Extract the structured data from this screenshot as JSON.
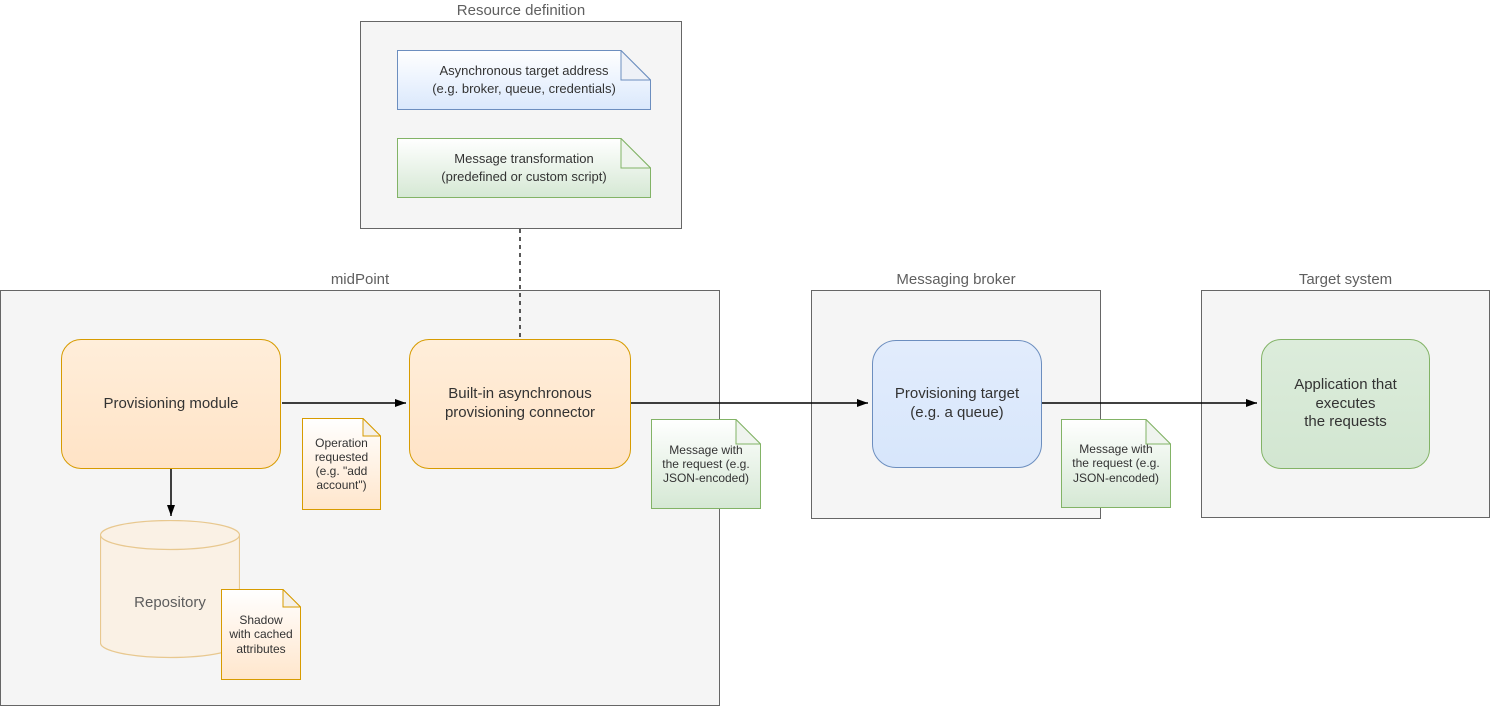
{
  "containers": {
    "resource_definition": {
      "title": "Resource definition"
    },
    "midpoint": {
      "title": "midPoint"
    },
    "messaging_broker": {
      "title": "Messaging broker"
    },
    "target_system": {
      "title": "Target system"
    }
  },
  "nodes": {
    "provisioning_module": {
      "label": "Provisioning module"
    },
    "async_connector": {
      "label": "Built-in asynchronous\nprovisioning connector"
    },
    "provisioning_target": {
      "label": "Provisioning target\n(e.g. a queue)"
    },
    "application": {
      "label": "Application that\nexecutes\nthe requests"
    },
    "repository": {
      "label": "Repository"
    }
  },
  "notes": {
    "async_target_address": {
      "label": "Asynchronous target address\n(e.g. broker, queue, credentials)"
    },
    "message_transformation": {
      "label": "Message transformation\n(predefined or custom script)"
    },
    "operation_requested": {
      "label": "Operation\nrequested\n(e.g. \"add\naccount\")"
    },
    "shadow": {
      "label": "Shadow\nwith cached\nattributes"
    },
    "message_with_request_1": {
      "label": "Message with\nthe request (e.g.\nJSON-encoded)"
    },
    "message_with_request_2": {
      "label": "Message with\nthe request (e.g.\nJSON-encoded)"
    }
  },
  "colors": {
    "container_fill": "#f5f5f5",
    "container_stroke": "#666666",
    "orange_fill": "#ffe6cc",
    "orange_stroke": "#d79b00",
    "blue_fill": "#dae8fc",
    "blue_stroke": "#6c8ebf",
    "green_fill": "#d5e8d4",
    "green_stroke": "#82b366",
    "repository_fill": "#faf1e5",
    "repository_stroke": "#e8c88f",
    "edge_color": "#000000",
    "title_text": "#5f5f5f",
    "label_text": "#333333"
  }
}
